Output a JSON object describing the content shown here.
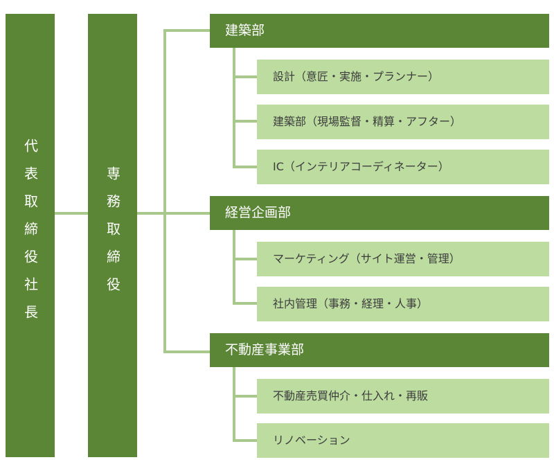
{
  "ceo": "代表取締役社長",
  "managing_director": "専務取締役",
  "departments": [
    {
      "name": "建築部",
      "subs": [
        "設計（意匠・実施・プランナー）",
        "建築部（現場監督・精算・アフター）",
        "IC（インテリアコーディネーター）"
      ]
    },
    {
      "name": "経営企画部",
      "subs": [
        "マーケティング（サイト運営・管理）",
        "社内管理（事務・経理・人事）"
      ]
    },
    {
      "name": "不動産事業部",
      "subs": [
        "不動産売買仲介・仕入れ・再販",
        "リノベーション"
      ]
    }
  ],
  "colors": {
    "dark_green": "#5a8636",
    "light_green": "#bcdca0",
    "connector": "#a9c98c"
  }
}
